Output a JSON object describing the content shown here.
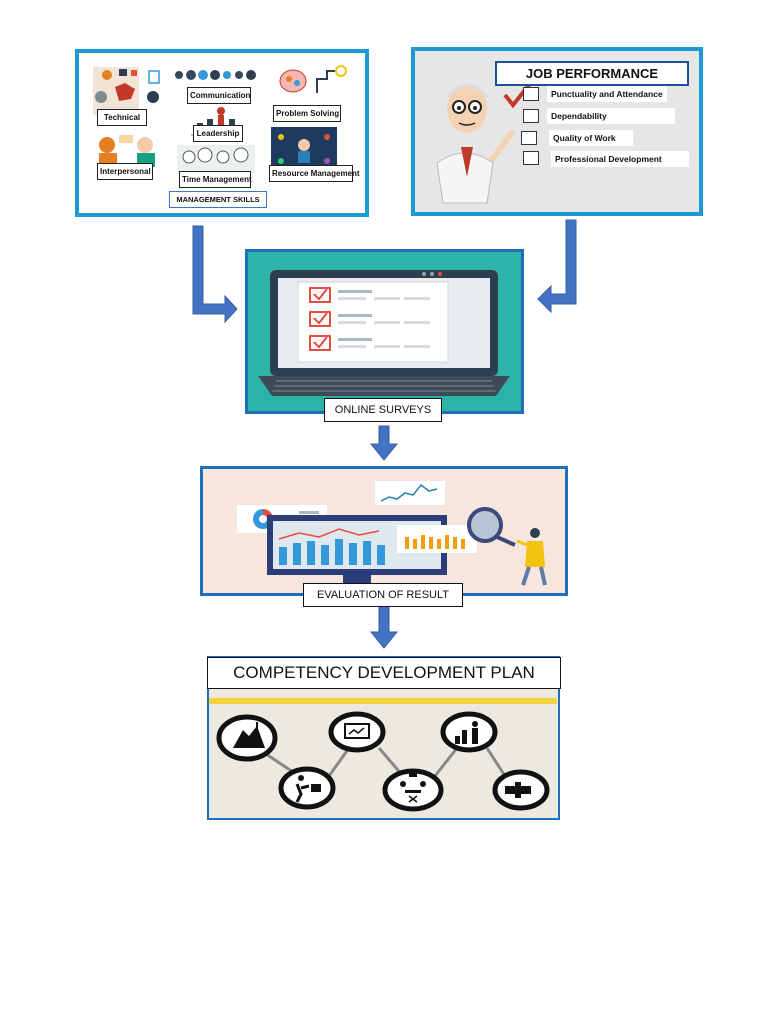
{
  "management_skills": {
    "title": "MANAGEMENT SKILLS",
    "skills": {
      "technical": "Technical",
      "communication": "Communication",
      "problem_solving": "Problem Solving",
      "leadership": "Leadership",
      "interpersonal": "Interpersonal",
      "time_management": "Time Management",
      "resource_management": "Resource Management"
    }
  },
  "job_performance": {
    "title": "JOB PERFORMANCE",
    "items": [
      "Punctuality and Attendance",
      "Dependability",
      "Quality of Work",
      "Professional Development"
    ]
  },
  "steps": {
    "online_surveys": "ONLINE SURVEYS",
    "evaluation": "EVALUATION OF RESULT",
    "cdp": "COMPETENCY DEVELOPMENT PLAN"
  },
  "colors": {
    "frame_border": "#1a9bd8",
    "arrow": "#4472c4",
    "survey_bg": "#2ab3a6",
    "survey_border": "#1f6fbf",
    "eval_bg": "#f7e6dd",
    "cdp_bg": "#ece9e1"
  }
}
